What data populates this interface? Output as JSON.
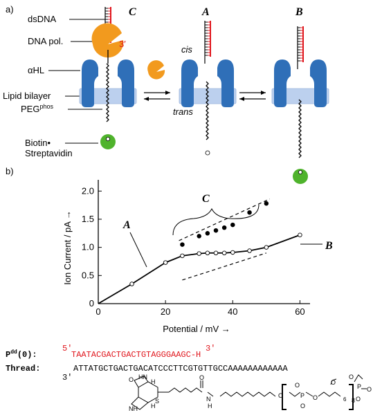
{
  "panel_a": {
    "letter": "a)",
    "labels": {
      "dsdna": "dsDNA",
      "dna_pol": "DNA pol.",
      "alpha_hl": "αHL",
      "lipid_bilayer": "Lipid bilayer",
      "peg_base": "PEG",
      "peg_sup": "phos",
      "biotin": "Biotin•",
      "streptavidin": "Streptavidin"
    },
    "states": {
      "c": "C",
      "a": "A",
      "b": "B"
    },
    "prime3": "3′",
    "cis": "cis",
    "trans": "trans",
    "colors": {
      "pore": "#2f6fb8",
      "bilayer": "#bcd0ee",
      "polymerase": "#f29a1e",
      "bead": "#4fb32c",
      "dna_red": "#e0161d"
    }
  },
  "panel_b": {
    "letter": "b)",
    "curve_labels": {
      "a": "A",
      "b": "B",
      "c": "C"
    }
  },
  "chart_data": {
    "type": "line",
    "xlabel": "Potential / mV →",
    "ylabel": "Ion Current / pA →",
    "xlim": [
      0,
      63
    ],
    "ylim": [
      0,
      2.2
    ],
    "xticks": [
      0,
      20,
      40,
      60
    ],
    "yticks": [
      0,
      0.5,
      1.0,
      1.5,
      2.0
    ],
    "ytick_labels": [
      "0",
      "0.5",
      "1.0",
      "1.5",
      "2.0"
    ],
    "series": [
      {
        "marker": "open-circle",
        "line": "solid",
        "x": [
          0,
          10,
          20,
          25,
          30,
          32.5,
          35,
          37.5,
          40,
          45,
          50,
          60
        ],
        "y": [
          0,
          0.35,
          0.73,
          0.85,
          0.89,
          0.9,
          0.9,
          0.9,
          0.91,
          0.94,
          1.0,
          1.22
        ]
      },
      {
        "marker": "filled-circle",
        "line": "none",
        "x": [
          25,
          30,
          32.5,
          35,
          37.5,
          40,
          45,
          50
        ],
        "y": [
          1.05,
          1.2,
          1.25,
          1.3,
          1.35,
          1.4,
          1.62,
          1.78
        ]
      }
    ],
    "guides": [
      {
        "x": [
          24,
          51
        ],
        "y": [
          1.12,
          1.86
        ]
      },
      {
        "x": [
          25,
          50
        ],
        "y": [
          0.42,
          0.9
        ]
      }
    ]
  },
  "sequences": {
    "pdd_label": "P",
    "pdd_sup": "dd",
    "pdd_suffix": "(0):",
    "pdd_5prime": "5′",
    "pdd_seq": "TAATACGACTGACTGTAGGGAAGC-H",
    "pdd_3prime": "3′",
    "thread_label": "Thread:",
    "thread_3prime": "3′",
    "thread_seq": "ATTATGCTGACTGACATCCCTTCGTGTTGCCAAAAAAAAAAAA"
  },
  "structure": {
    "atoms": [
      "O",
      "HN",
      "NH",
      "H",
      "H",
      "S",
      "O",
      "N",
      "H",
      "O",
      "P",
      "O",
      "O",
      "O",
      "O",
      "O",
      "P",
      "O",
      "O"
    ],
    "repeat_6": "6",
    "repeat_8": "8"
  }
}
